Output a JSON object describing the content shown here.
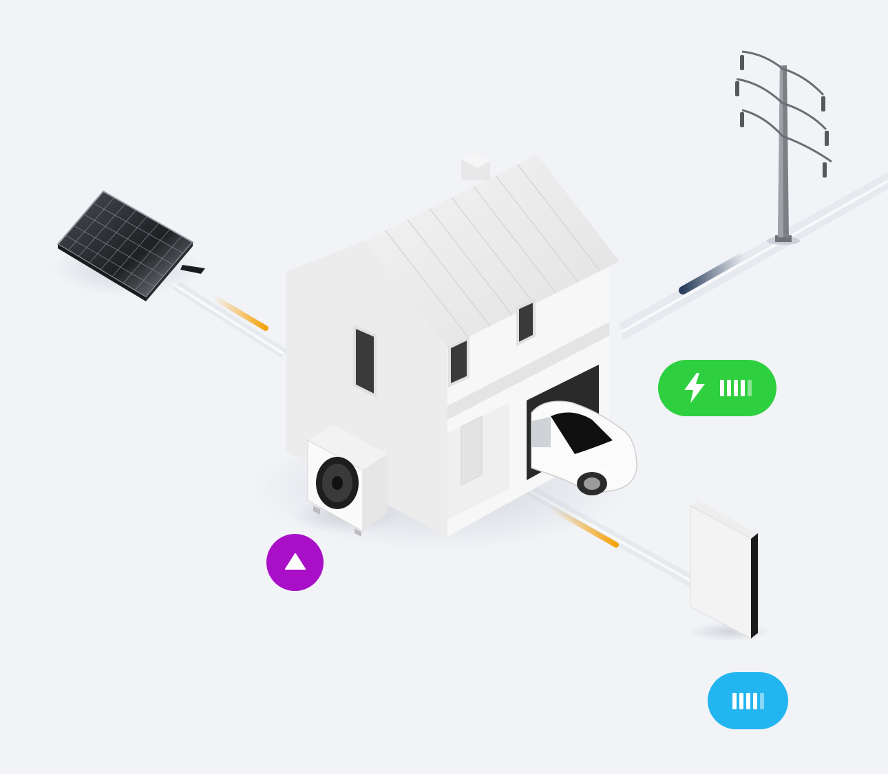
{
  "colors": {
    "background": "#f1f3f7",
    "solar_flow": "#f5a30b",
    "grid_flow": "#2b3f5c",
    "battery_flow": "#f5a30b",
    "ev_badge": "#2fd03f",
    "heatpump_badge": "#a80fc7",
    "battery_badge": "#23b5ef"
  },
  "scene": {
    "solar_panel": {
      "icon": "solar-panel"
    },
    "power_pylon": {
      "icon": "power-pylon"
    },
    "house": {
      "icon": "house"
    },
    "car": {
      "icon": "electric-car"
    },
    "heat_pump": {
      "icon": "heat-pump"
    },
    "home_battery": {
      "icon": "home-battery"
    }
  },
  "badges": {
    "ev_charging": {
      "icon": "lightning-icon",
      "level_of_5": 4,
      "color": "#2fd03f"
    },
    "heat_pump": {
      "icon": "triangle-up-icon",
      "color": "#a80fc7"
    },
    "battery": {
      "level_of_5": 4,
      "color": "#23b5ef"
    }
  }
}
